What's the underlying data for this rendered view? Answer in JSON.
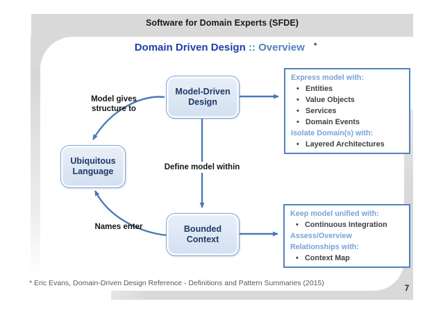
{
  "slide": {
    "title": "Software for Domain Experts (SFDE)",
    "subtitle_main": "Domain Driven Design",
    "subtitle_sub": ":: Overview",
    "subtitle_asterisk": "*",
    "footnote": "* Eric Evans, Domain-Driven Design Reference - Definitions and Pattern Summaries (2015)",
    "page_number": "7"
  },
  "diagram": {
    "nodes": {
      "model_driven": {
        "line1": "Model-Driven",
        "line2": "Design"
      },
      "ubiquitous": {
        "line1": "Ubiquitous",
        "line2": "Language"
      },
      "bounded": {
        "line1": "Bounded",
        "line2": "Context"
      }
    },
    "edge_labels": {
      "model_gives_line1": "Model gives",
      "model_gives_line2": "structure to",
      "define_model": "Define model within",
      "names_enter": "Names enter"
    },
    "info_boxes": {
      "top": {
        "heading1": "Express model with:",
        "bullets1": [
          "Entities",
          "Value Objects",
          "Services",
          "Domain Events"
        ],
        "heading2": "Isolate Domain(s) with:",
        "bullets2": [
          "Layered Architectures"
        ]
      },
      "bottom": {
        "heading1": "Keep model unified with:",
        "bullets1": [
          "Continuous Integration"
        ],
        "heading2_line1": "Assess/Overview",
        "heading2_line2": "Relationships with:",
        "bullets2": [
          "Context Map"
        ]
      }
    }
  },
  "colors": {
    "accent_blue": "#4f81bd",
    "arrow_blue": "#4878b8",
    "info_heading_blue": "#76a3d8",
    "node_text_navy": "#1f3864",
    "subtitle_dark_blue": "#1e3fa6",
    "band_gray": "#d9d9d9",
    "bullet_gray": "#3f3f3f",
    "footnote_gray": "#595959"
  }
}
